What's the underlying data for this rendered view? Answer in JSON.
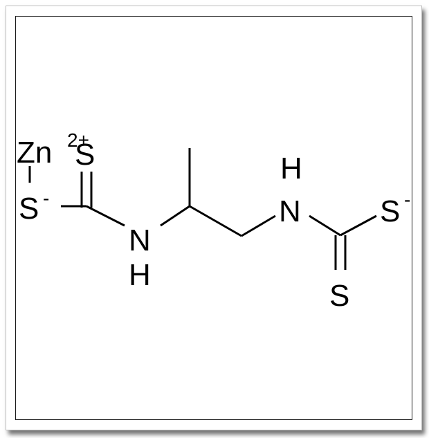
{
  "molecule": {
    "atoms": {
      "zn": "Zn",
      "zn_charge": "2+",
      "s_top": "S",
      "s_left": "S",
      "s_left_charge": "-",
      "n_left": "N",
      "h_left": "H",
      "h_right": "H",
      "n_right": "N",
      "s_right": "S",
      "s_right_charge": "-",
      "s_bottom": "S"
    }
  }
}
